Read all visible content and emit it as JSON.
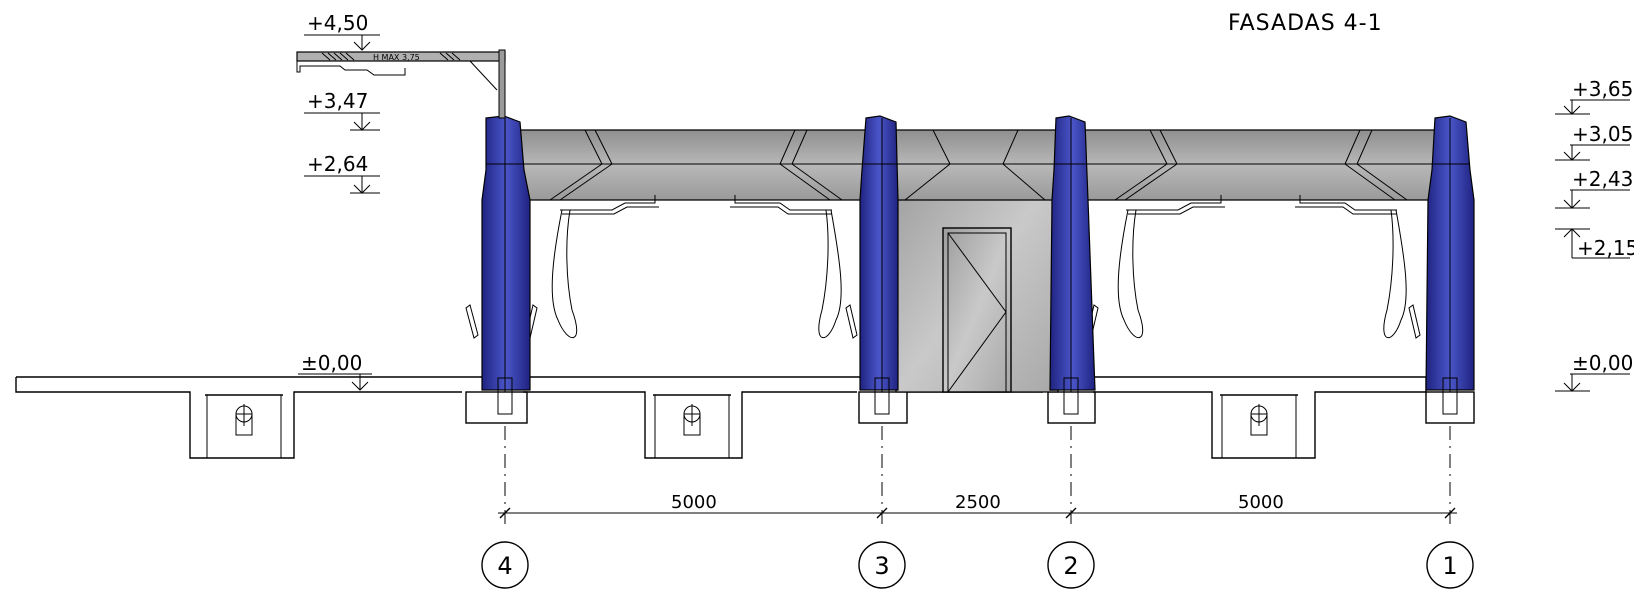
{
  "drawing": {
    "title": "FASADAS 4-1",
    "levels_left": [
      "+4,50",
      "+3,47",
      "+2,64",
      "±0,00"
    ],
    "levels_right": [
      "+3,65",
      "+3,05",
      "+2,43",
      "+2,15",
      "±0,00"
    ],
    "clearance_sign": "H MAX 3,75",
    "dimensions": [
      "5000",
      "2500",
      "5000"
    ],
    "axes": [
      "4",
      "3",
      "2",
      "1"
    ],
    "colors": {
      "column_blue": "#2a2f96",
      "column_blue_light": "#4a55c8",
      "beam_gray": "#a8a8a8",
      "room_gray": "#b9b9b9",
      "line": "#000000"
    }
  }
}
